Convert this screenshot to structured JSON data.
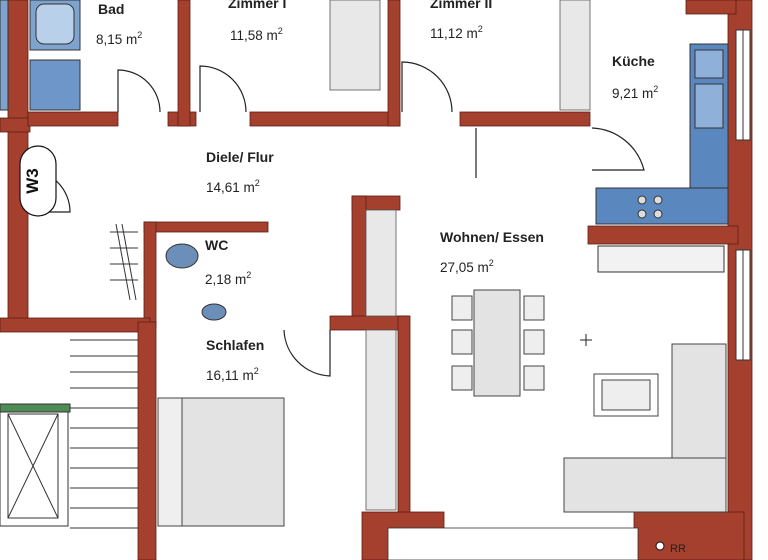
{
  "rooms": {
    "bad": {
      "name": "Bad",
      "area": "8,15 m",
      "unit_sup": "2"
    },
    "zimmer1": {
      "name": "Zimmer I",
      "area": "11,58 m",
      "unit_sup": "2"
    },
    "zimmer2": {
      "name": "Zimmer II",
      "area": "11,12 m",
      "unit_sup": "2"
    },
    "kueche": {
      "name": "Küche",
      "area": "9,21 m",
      "unit_sup": "2"
    },
    "diele": {
      "name": "Diele/ Flur",
      "area": "14,61 m",
      "unit_sup": "2"
    },
    "wc": {
      "name": "WC",
      "area": "2,18 m",
      "unit_sup": "2"
    },
    "wohnen": {
      "name": "Wohnen/ Essen",
      "area": "27,05 m",
      "unit_sup": "2"
    },
    "schlafen": {
      "name": "Schlafen",
      "area": "16,11 m",
      "unit_sup": "2"
    }
  },
  "tags": {
    "apartment": "W3",
    "rr": "RR"
  },
  "colors": {
    "wall": "#a5402f",
    "wall_light": "#d9a99c",
    "appliance_blue": "#5b87bf",
    "furniture_gray": "#e3e3e3"
  }
}
